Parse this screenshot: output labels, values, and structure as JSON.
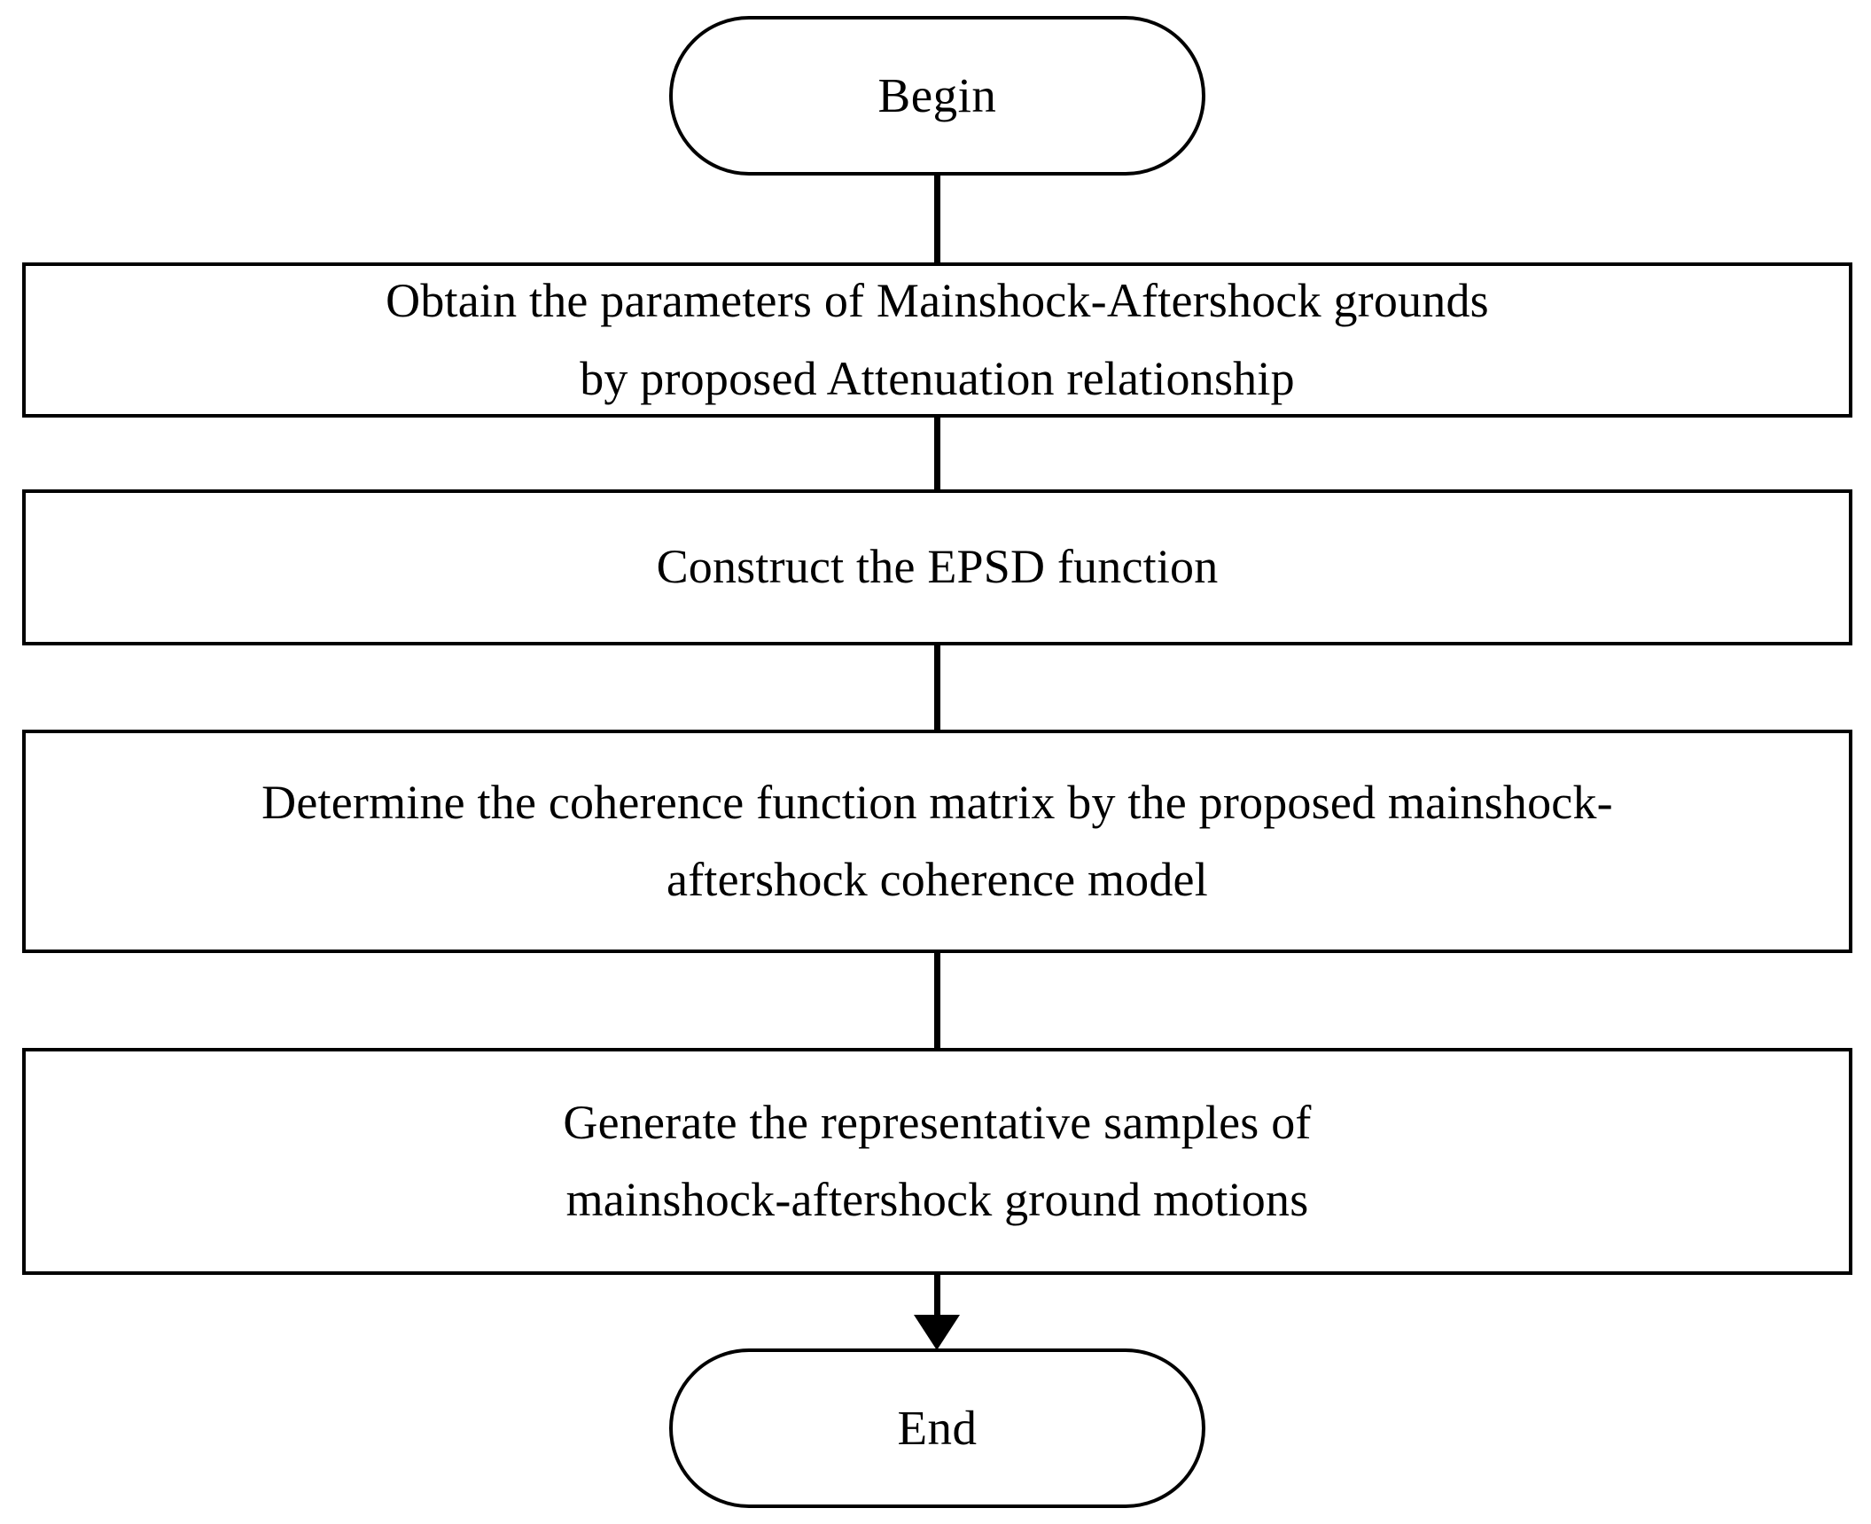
{
  "diagram": {
    "title": "Mainshock-Aftershock ground motion generation flowchart",
    "background_color": "#ffffff",
    "line_color": "#000000",
    "nodes": [
      {
        "id": "begin",
        "type": "terminator",
        "label": "Begin"
      },
      {
        "id": "step1",
        "type": "process",
        "label": "Obtain the parameters of Mainshock-Aftershock grounds\nby proposed Attenuation relationship"
      },
      {
        "id": "step2",
        "type": "process",
        "label": "Construct the EPSD function"
      },
      {
        "id": "step3",
        "type": "process",
        "label": "Determine the coherence function matrix by the proposed mainshock-\naftershock coherence model"
      },
      {
        "id": "step4",
        "type": "process",
        "label": "Generate the representative samples of\nmainshock-aftershock ground motions"
      },
      {
        "id": "end",
        "type": "terminator",
        "label": "End"
      }
    ],
    "edges": [
      {
        "id": "e1",
        "from": "begin",
        "to": "step1",
        "arrowhead": false
      },
      {
        "id": "e2",
        "from": "step1",
        "to": "step2",
        "arrowhead": false
      },
      {
        "id": "e3",
        "from": "step2",
        "to": "step3",
        "arrowhead": false
      },
      {
        "id": "e4",
        "from": "step3",
        "to": "step4",
        "arrowhead": false
      },
      {
        "id": "e5",
        "from": "step4",
        "to": "end",
        "arrowhead": true
      }
    ]
  }
}
